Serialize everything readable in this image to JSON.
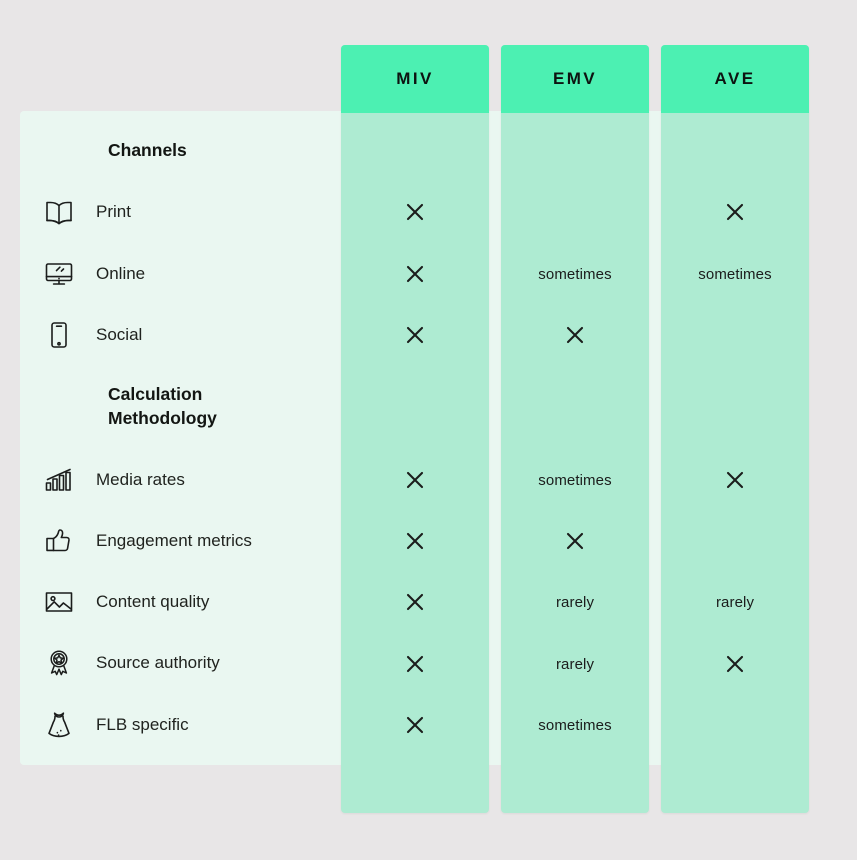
{
  "colors": {
    "page_background": "#e8e6e7",
    "label_panel": "#eaf7f1",
    "column_body": "#aeebd2",
    "column_header": "#4cf0b2",
    "text": "#1b1d1c"
  },
  "columns": [
    {
      "label": "MIV"
    },
    {
      "label": "EMV"
    },
    {
      "label": "AVE"
    }
  ],
  "sections": [
    {
      "title": "Channels"
    },
    {
      "title": "Calculation\nMethodology"
    }
  ],
  "rows": [
    {
      "label": "Print",
      "icon": "open-book-icon",
      "values": [
        "x",
        "",
        "x"
      ]
    },
    {
      "label": "Online",
      "icon": "monitor-icon",
      "values": [
        "x",
        "sometimes",
        "sometimes"
      ]
    },
    {
      "label": "Social",
      "icon": "smartphone-icon",
      "values": [
        "x",
        "x",
        ""
      ]
    },
    {
      "label": "Media rates",
      "icon": "bar-chart-icon",
      "values": [
        "x",
        "sometimes",
        "x"
      ]
    },
    {
      "label": "Engagement metrics",
      "icon": "thumbs-up-icon",
      "values": [
        "x",
        "x",
        ""
      ]
    },
    {
      "label": "Content quality",
      "icon": "image-icon",
      "values": [
        "x",
        "rarely",
        "rarely"
      ]
    },
    {
      "label": "Source authority",
      "icon": "award-medal-icon",
      "values": [
        "x",
        "rarely",
        "x"
      ]
    },
    {
      "label": "FLB specific",
      "icon": "dress-icon",
      "values": [
        "x",
        "sometimes",
        ""
      ]
    }
  ]
}
